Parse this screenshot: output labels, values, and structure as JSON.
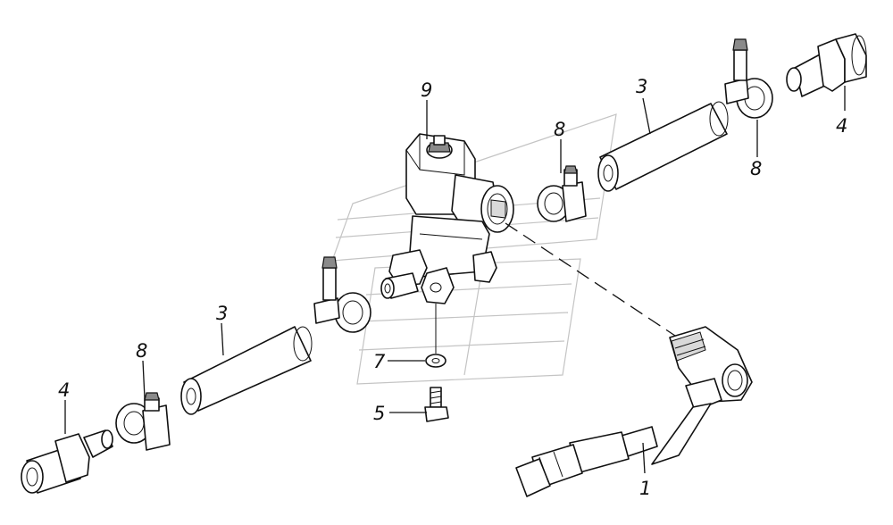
{
  "diagram": {
    "callouts": [
      {
        "id": "c1",
        "text": "1"
      },
      {
        "id": "c3a",
        "text": "3"
      },
      {
        "id": "c3b",
        "text": "3"
      },
      {
        "id": "c4a",
        "text": "4"
      },
      {
        "id": "c4b",
        "text": "4"
      },
      {
        "id": "c5",
        "text": "5"
      },
      {
        "id": "c7",
        "text": "7"
      },
      {
        "id": "c8a",
        "text": "8"
      },
      {
        "id": "c8b",
        "text": "8"
      },
      {
        "id": "c8c",
        "text": "8"
      },
      {
        "id": "c9",
        "text": "9"
      }
    ]
  },
  "colors": {
    "line": "#111111",
    "background": "#ffffff",
    "watermark": "#c4c4c4"
  }
}
